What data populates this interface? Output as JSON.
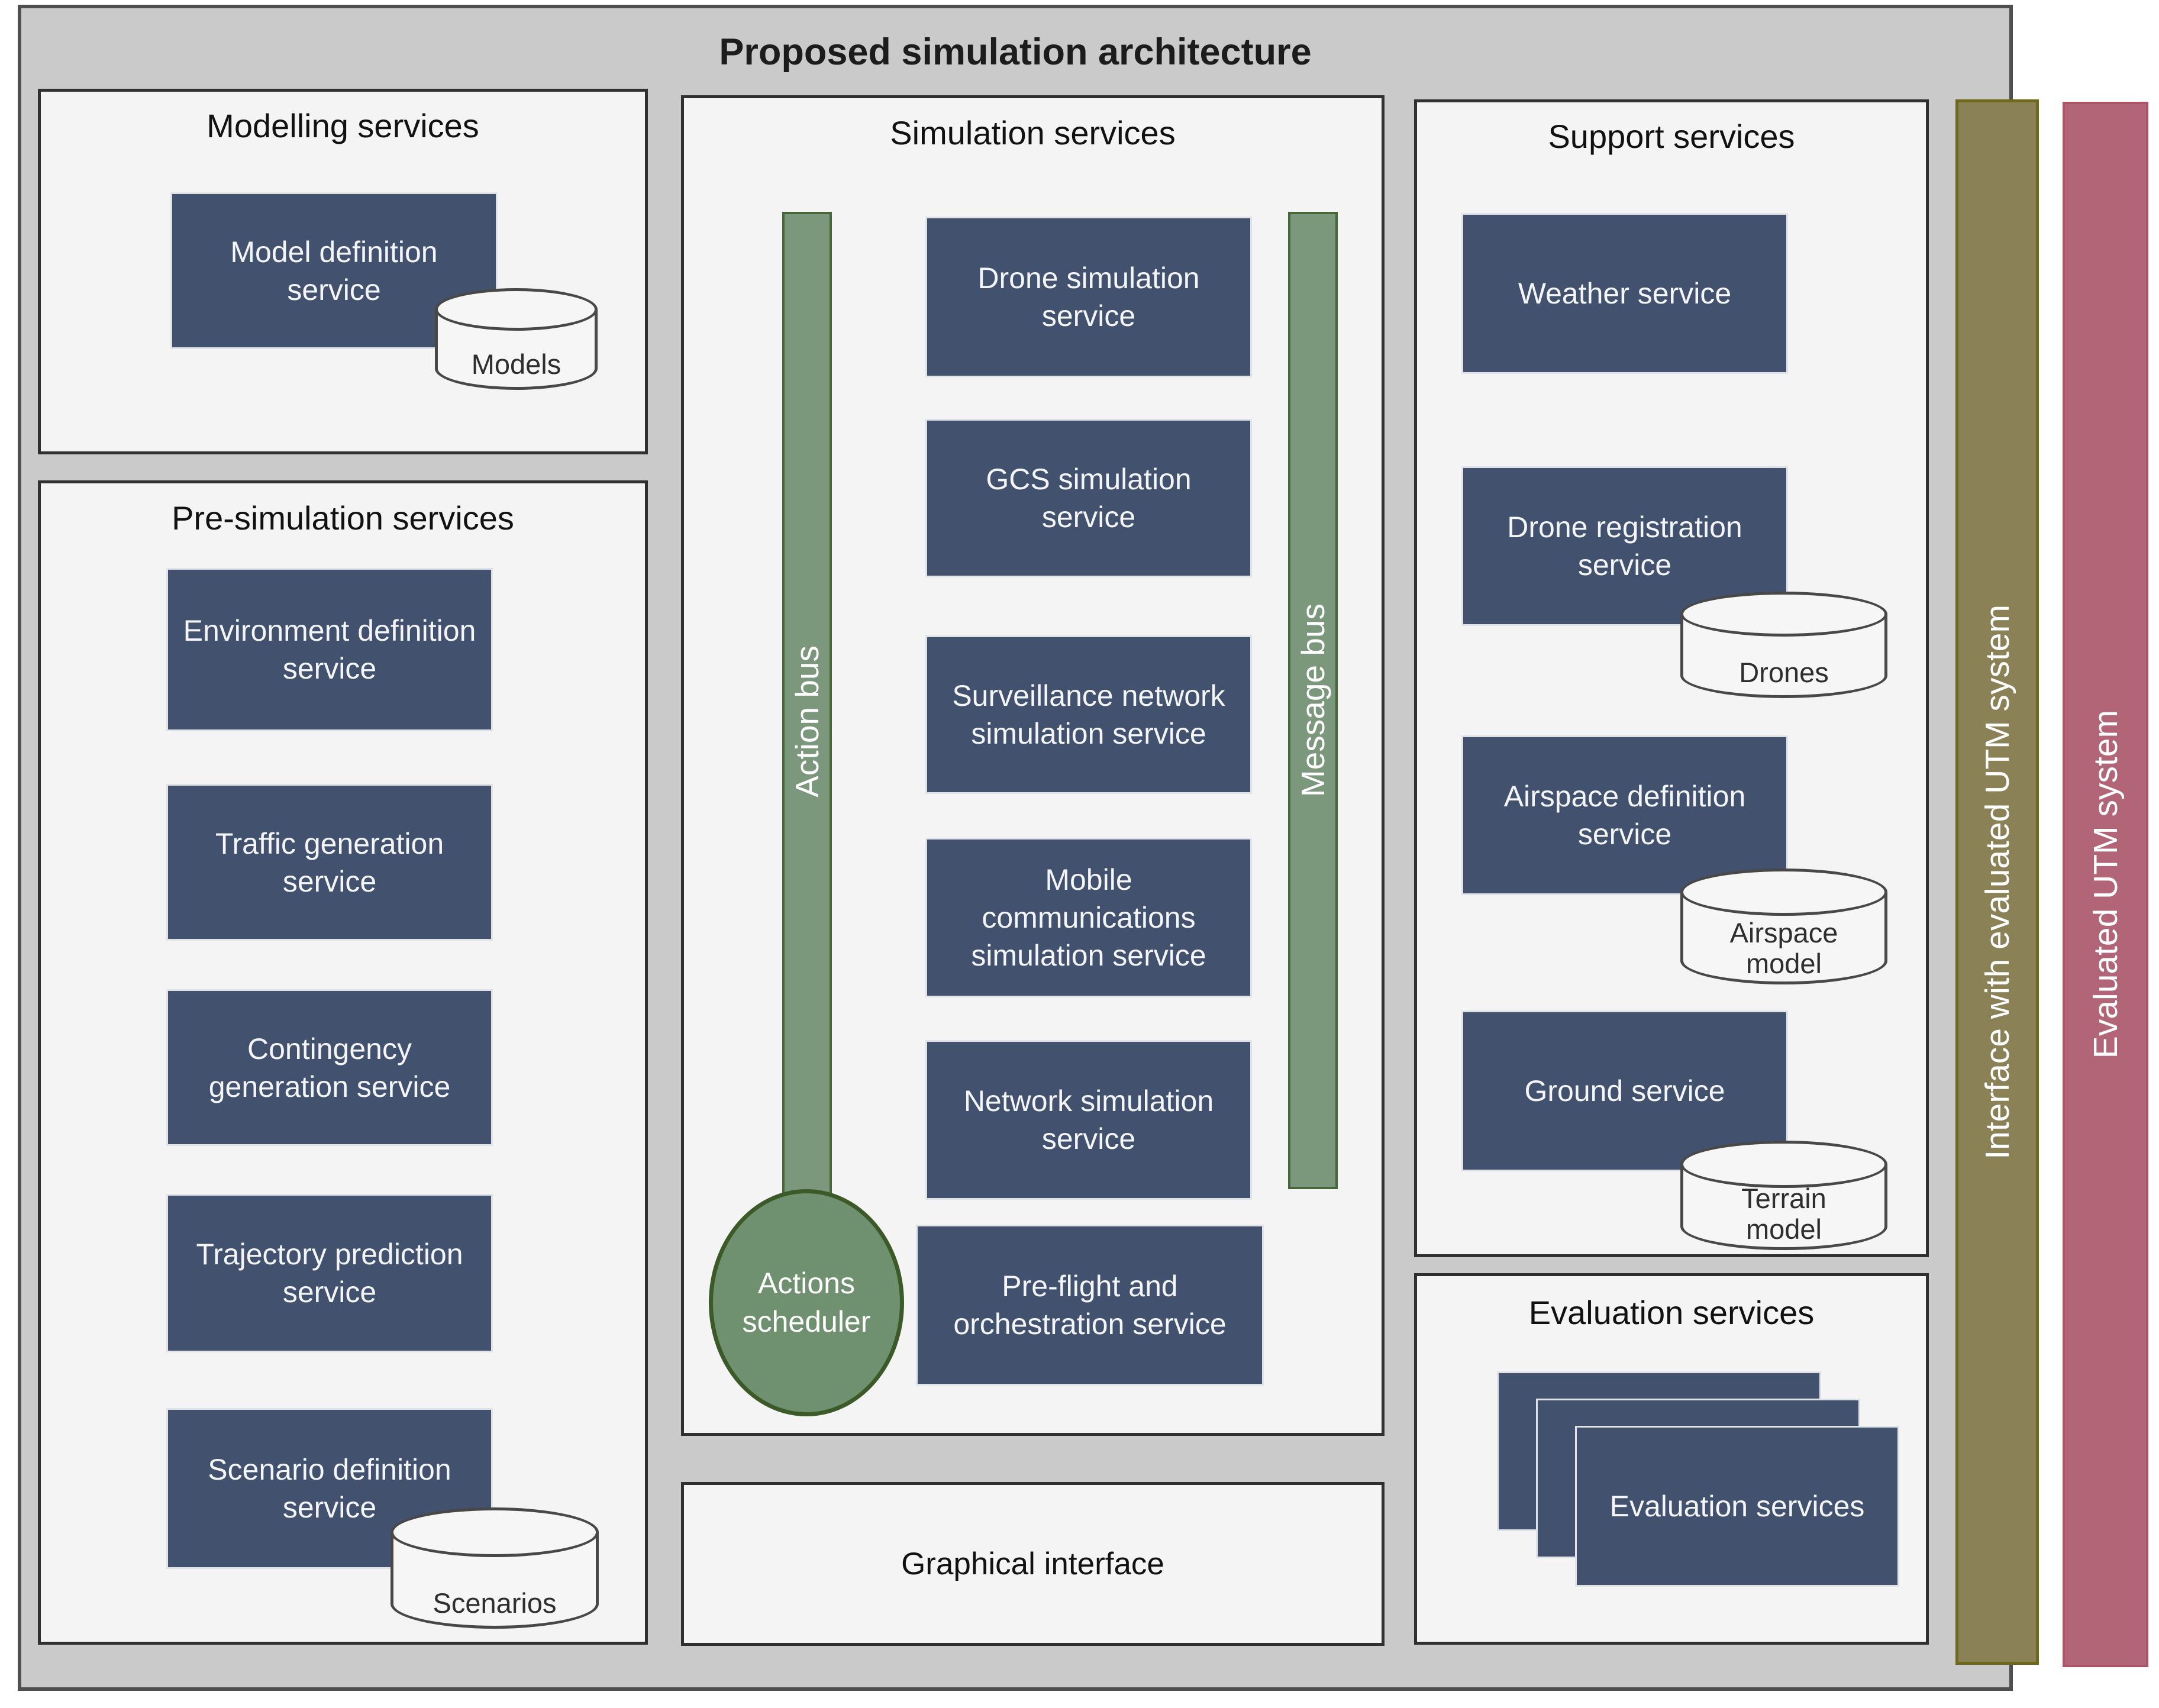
{
  "diagram": {
    "title": "Proposed simulation architecture"
  },
  "modelling": {
    "title": "Modelling services",
    "service": "Model definition service",
    "datastore": "Models"
  },
  "pre_simulation": {
    "title": "Pre-simulation services",
    "services": [
      "Environment definition service",
      "Traffic generation service",
      "Contingency generation service",
      "Trajectory prediction service",
      "Scenario definition service"
    ],
    "datastore": "Scenarios"
  },
  "simulation": {
    "title": "Simulation services",
    "action_bus": "Action bus",
    "message_bus": "Message bus",
    "services": [
      "Drone simulation service",
      "GCS simulation service",
      "Surveillance network simulation service",
      "Mobile communications simulation service",
      "Network simulation service"
    ],
    "preflight_service": "Pre-flight and orchestration service",
    "scheduler": "Actions scheduler"
  },
  "graphical_interface": {
    "title": "Graphical interface"
  },
  "support": {
    "title": "Support services",
    "services": [
      "Weather service",
      "Drone registration service",
      "Airspace definition service",
      "Ground service"
    ],
    "datastores": [
      "Drones",
      "Airspace model",
      "Terrain model"
    ]
  },
  "evaluation": {
    "title": "Evaluation services",
    "stack_label": "Evaluation services"
  },
  "bars": {
    "interface": "Interface with evaluated UTM system",
    "utm": "Evaluated UTM system"
  },
  "colors": {
    "service_blue": "#42516d",
    "bus_green": "#7b987d",
    "scheduler_green": "#6f916f",
    "interface_olive": "#8a8157",
    "utm_maroon": "#b16576",
    "panel_bg": "#f4f4f4",
    "outer_gray": "#cacaca"
  }
}
